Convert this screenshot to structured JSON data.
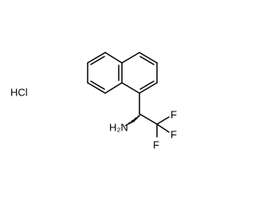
{
  "molecule": {
    "salt": "HCl",
    "amine_label": "H₂N",
    "fluorine_labels": [
      "F",
      "F",
      "F"
    ]
  }
}
